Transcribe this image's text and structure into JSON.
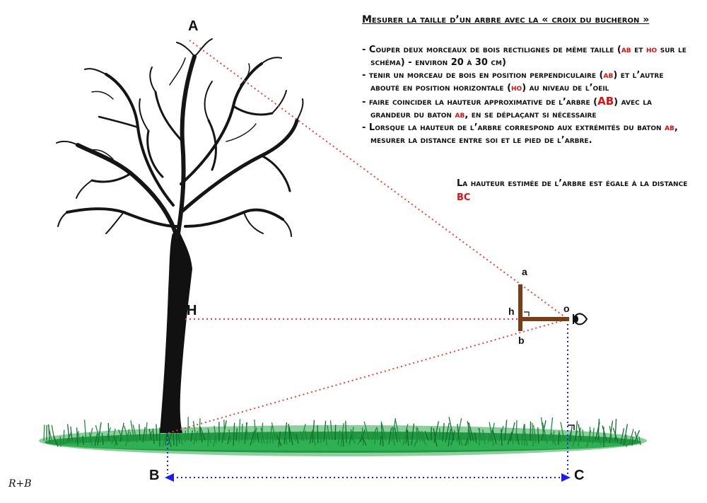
{
  "title": "Mesurer la taille d’un arbre avec la « croix du bucheron »",
  "steps": [
    {
      "pre": "Couper deux morceaux de bois rectilignes de même taille (",
      "a": "ab",
      "mid": " et ",
      "b": "ho",
      "post": " sur le schéma) - environ 20 à 30 cm)"
    },
    {
      "pre": "tenir un morceau de bois en position perpendiculaire (",
      "a": "ab",
      "mid": ") et l’autre abouté en position horizontale (",
      "b": "ho",
      "post": ") au niveau de l’oeil"
    },
    {
      "pre": "faire coincider la hauteur approximative de l’arbre (",
      "a": "AB",
      "mid": ") avec la grandeur du baton ",
      "b": "ab",
      "post": ", en se déplaçant si nécessaire"
    },
    {
      "pre": "Lorsque la hauteur de l’arbre correspond aux extrémités du baton ",
      "a": "ab",
      "mid": ", mesurer la distance entre soi et le pied de l’arbre.",
      "b": "",
      "post": ""
    }
  ],
  "result": {
    "text": "La hauteur estimée de l’arbre est égale à la distance ",
    "highlight": "BC"
  },
  "labels": {
    "A": "A",
    "H": "H",
    "B": "B",
    "C": "C",
    "a": "a",
    "b": "b",
    "h": "h",
    "o": "o"
  },
  "signature": "R+B",
  "colors": {
    "sight_line": "#e8403a",
    "measure_line": "#1a1aff",
    "stick": "#7a3d14",
    "grass": "#2aa84a",
    "trunk": "#111111"
  }
}
